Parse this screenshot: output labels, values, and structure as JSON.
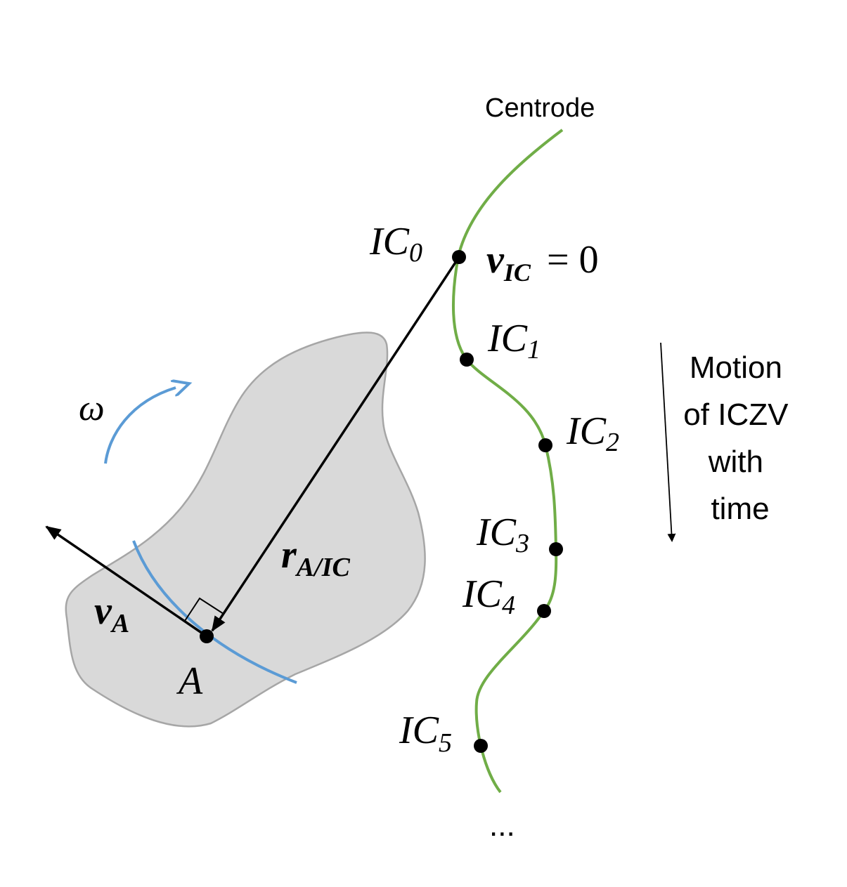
{
  "colors": {
    "body_fill": "#d9d9d9",
    "body_stroke": "#a6a6a6",
    "centrode": "#70ad47",
    "omega_arc": "#5b9bd5",
    "ink": "#000000"
  },
  "labels": {
    "centrode": "Centrode",
    "omega": "ω",
    "v_ic_main": "v",
    "v_ic_sub": "IC",
    "v_ic_eq": "= 0",
    "r_main": "r",
    "r_sub": "A/IC",
    "va_main": "v",
    "va_sub": "A",
    "point_a": "A",
    "ic_main": "IC",
    "ic0_sub": "0",
    "ic1_sub": "1",
    "ic2_sub": "2",
    "ic3_sub": "3",
    "ic4_sub": "4",
    "ic5_sub": "5",
    "motion_line1": "Motion",
    "motion_line2": "of ICZV",
    "motion_line3": "with",
    "motion_line4": "time",
    "ellipsis": "..."
  }
}
